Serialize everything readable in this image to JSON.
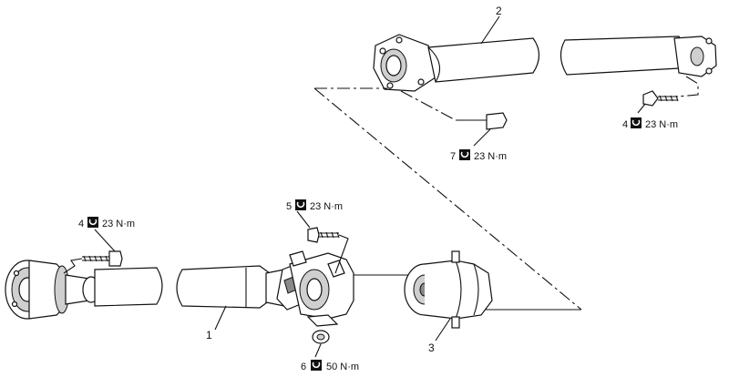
{
  "callouts": {
    "c1": "1",
    "c2": "2",
    "c3": "3"
  },
  "torques": {
    "t_top_right": {
      "id": "4",
      "value": "23 N·m"
    },
    "t_top_mid": {
      "id": "7",
      "value": "23 N·m"
    },
    "t_left": {
      "id": "4",
      "value": "23 N·m"
    },
    "t_mid": {
      "id": "5",
      "value": "23 N·m"
    },
    "t_bottom": {
      "id": "6",
      "value": "50 N·m"
    }
  },
  "icon": "torque-wrench-icon"
}
